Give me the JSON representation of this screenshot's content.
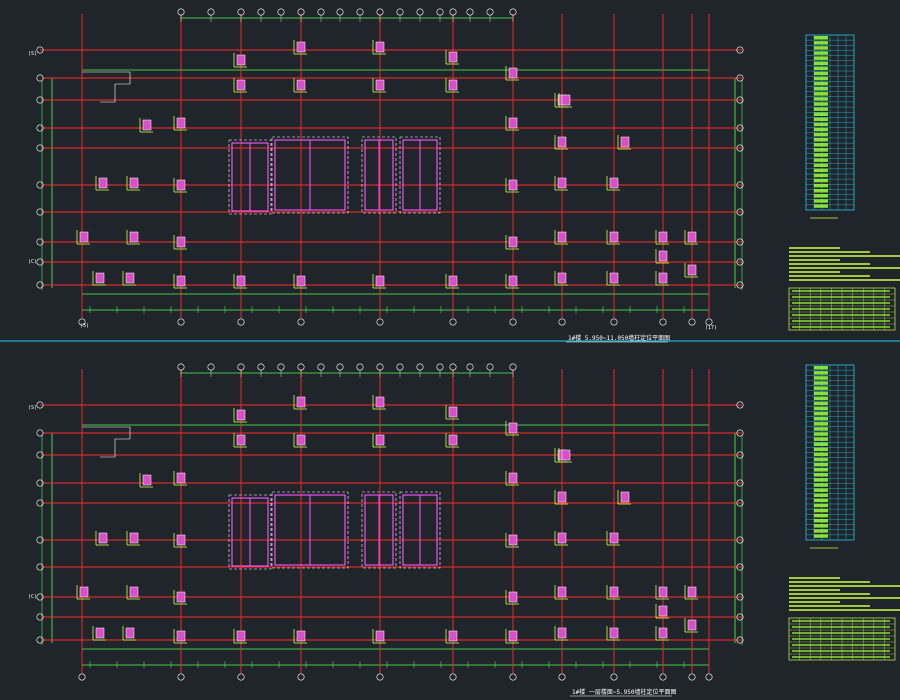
{
  "drawings": [
    {
      "title": "1#楼 5.950~11.050墙柱定位平面图"
    },
    {
      "title": "1#楼 一层楼面~5.950墙柱定位平面图"
    }
  ],
  "axis_labels": {
    "left_a": "(S)",
    "left_b": "(C)",
    "bottom_left": "(5)",
    "bottom_right": "(17)"
  },
  "colors": {
    "background": "#20242b",
    "axis_line": "#ff2a2a",
    "frame_line": "#4dff4d",
    "column_fill": "#d94fc8",
    "column_outline": "#ffffff",
    "wall_line": "#ff55ff",
    "dimension": "#ccff44",
    "table_line": "#22ddff",
    "separator": "#1fd2ff"
  },
  "legend_table_title": "柱表",
  "notes_title": "说明"
}
